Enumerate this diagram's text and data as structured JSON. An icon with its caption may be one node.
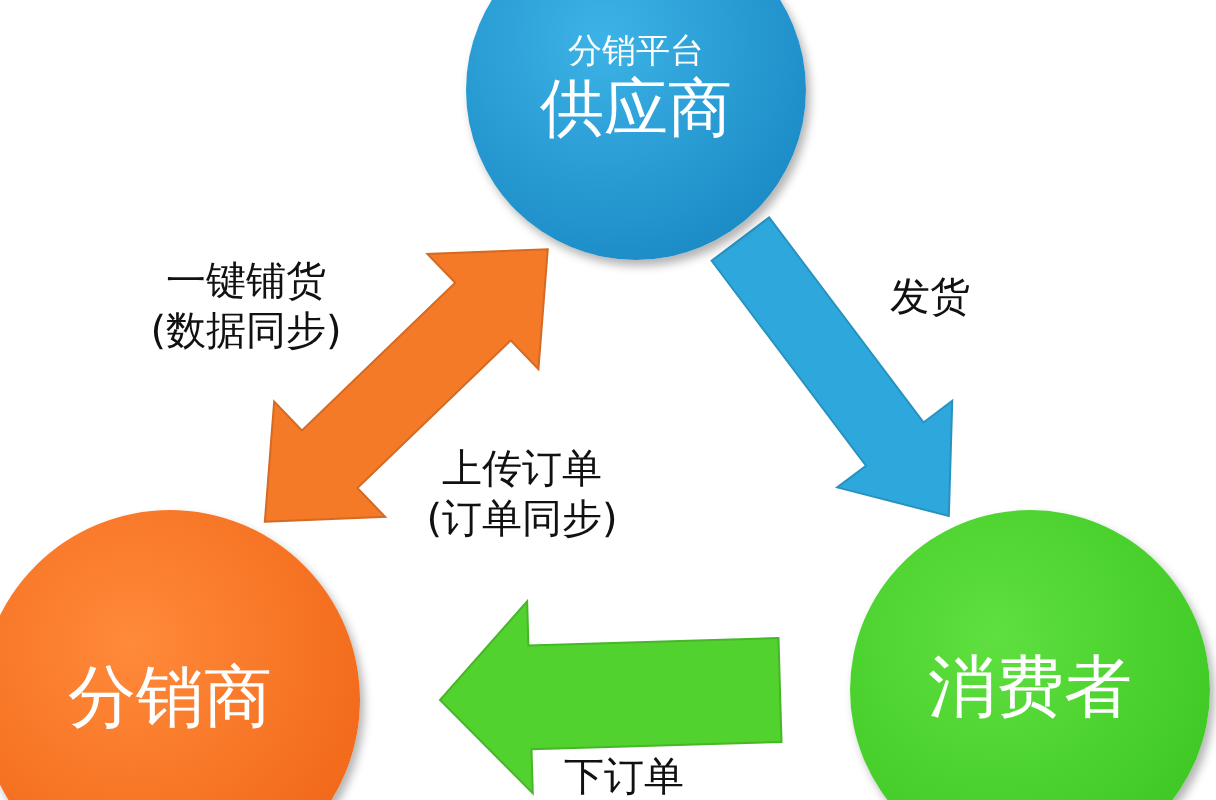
{
  "diagram": {
    "nodes": [
      {
        "text": [
          "分销平台",
          "供应商"
        ]
      },
      {
        "text": [
          "分销商"
        ]
      },
      {
        "text": [
          "消费者"
        ]
      }
    ],
    "edges": [
      {
        "from": 1,
        "to": 0,
        "arrow": "both",
        "label": "一键铺货 (数据同步)",
        "color": "#f47a28"
      },
      {
        "from": 0,
        "to": 2,
        "arrow": "to",
        "label": "发货",
        "color": "#2ea8dc"
      },
      {
        "from": 2,
        "to": 1,
        "arrow": "to",
        "label": "下订单",
        "color": "#52d22e"
      }
    ],
    "labels": [
      "上传订单 (订单同步)"
    ]
  }
}
